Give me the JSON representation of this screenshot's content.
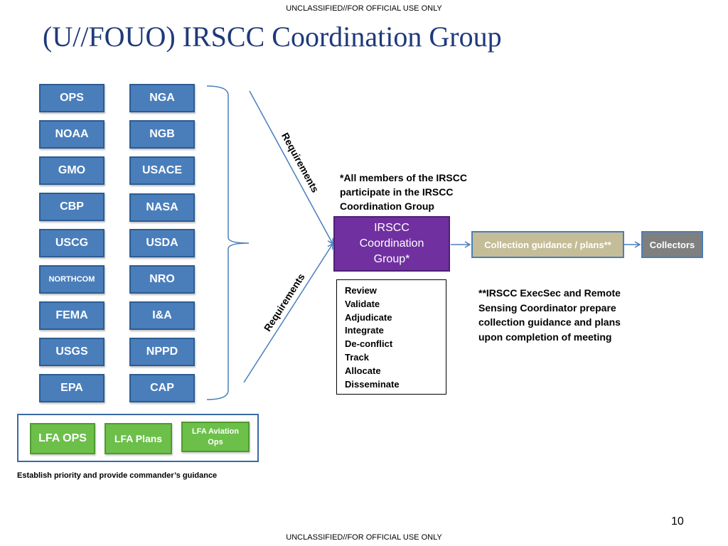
{
  "banner": {
    "top": "UNCLASSIFIED//FOR OFFICIAL USE ONLY",
    "bottom": "UNCLASSIFIED//FOR OFFICIAL USE ONLY"
  },
  "title": "(U//FOUO) IRSCC Coordination Group",
  "agencies": {
    "column1": [
      "OPS",
      "NOAA",
      "GMO",
      "CBP",
      "USCG",
      "NORTHCOM",
      "FEMA",
      "USGS",
      "EPA"
    ],
    "column2": [
      "NGA",
      "NGB",
      "USACE",
      "NASA",
      "USDA",
      "NRO",
      "I&A",
      "NPPD",
      "CAP"
    ]
  },
  "lfa": {
    "ops": "LFA OPS",
    "plans": "LFA Plans",
    "aviation_line1": "LFA Aviation",
    "aviation_line2": "Ops"
  },
  "guidance_caption": "Establish priority and provide commander’s guidance",
  "arrows": {
    "upper_label": "Requirements",
    "lower_label": "Requirements"
  },
  "notes": {
    "members": "*All members of the IRSCC participate in the IRSCC Coordination Group",
    "execsec": "**IRSCC ExecSec and Remote Sensing Coordinator prepare collection guidance and plans upon completion of meeting"
  },
  "irscc_box": {
    "line1": "IRSCC",
    "line2": "Coordination",
    "line3": "Group*"
  },
  "collection_box": "Collection guidance / plans**",
  "collectors_box": "Collectors",
  "tasks": [
    "Review",
    "Validate",
    "Adjudicate",
    "Integrate",
    "De-conflict",
    "Track",
    "Allocate",
    "Disseminate"
  ],
  "page_number": "10",
  "colors": {
    "title": "#1f3a7a",
    "agency_fill": "#4a7ebb",
    "lfa_fill": "#6cc04a",
    "irscc_fill": "#7030a0",
    "collection_fill": "#c4bd97",
    "collectors_fill": "#7f7f7f",
    "arrow": "#4a7ebb"
  }
}
